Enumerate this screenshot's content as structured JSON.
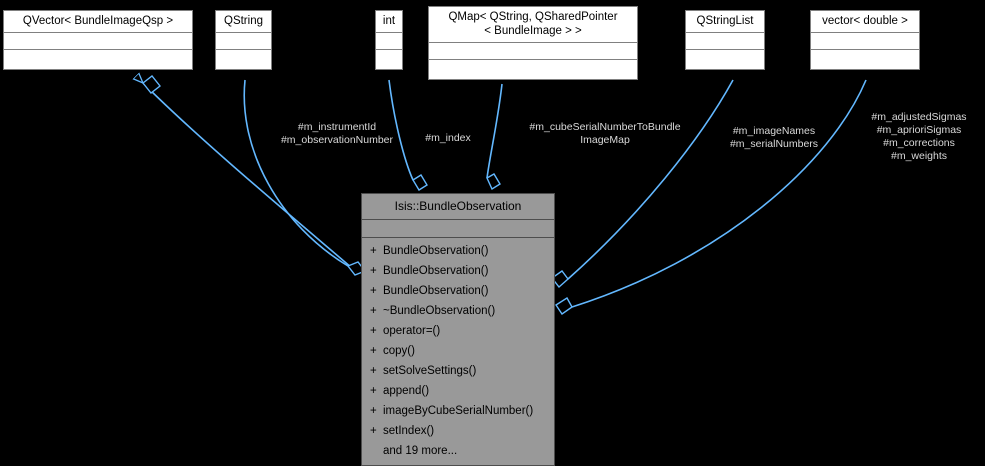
{
  "diagram": {
    "kind": "uml-collaboration-diagram",
    "background_color": "#000000",
    "edge_color": "#63b8ff",
    "node_fill": "#ffffff",
    "node_border": "#808080",
    "current_node_fill": "#999999",
    "current_node_border": "#4d4d4d",
    "label_color": "#d9d9d9"
  },
  "nodes": {
    "qvector": {
      "title": "QVector< BundleImageQsp >"
    },
    "qstring": {
      "title": "QString"
    },
    "int": {
      "title": "int"
    },
    "qmap": {
      "title": "QMap< QString, QSharedPointer\n< BundleImage > >"
    },
    "qstringlist": {
      "title": "QStringList"
    },
    "vectordouble": {
      "title": "vector< double >"
    },
    "current": {
      "title": "Isis::BundleObservation",
      "methods": [
        {
          "visibility": "+",
          "name": "BundleObservation()"
        },
        {
          "visibility": "+",
          "name": "BundleObservation()"
        },
        {
          "visibility": "+",
          "name": "BundleObservation()"
        },
        {
          "visibility": "+",
          "name": "~BundleObservation()"
        },
        {
          "visibility": "+",
          "name": "operator=()"
        },
        {
          "visibility": "+",
          "name": "copy()"
        },
        {
          "visibility": "+",
          "name": "setSolveSettings()"
        },
        {
          "visibility": "+",
          "name": "append()"
        },
        {
          "visibility": "+",
          "name": "imageByCubeSerialNumber()"
        },
        {
          "visibility": "+",
          "name": "setIndex()"
        },
        {
          "visibility": "",
          "name": "and 19 more..."
        }
      ]
    }
  },
  "edge_labels": {
    "instrument": "#m_instrumentId\n#m_observationNumber",
    "index": "#m_index",
    "cubemap": "#m_cubeSerialNumberToBundle\nImageMap",
    "imagenames": "#m_imageNames\n#m_serialNumbers",
    "sigmas": "#m_adjustedSigmas\n#m_aprioriSigmas\n#m_corrections\n#m_weights"
  }
}
